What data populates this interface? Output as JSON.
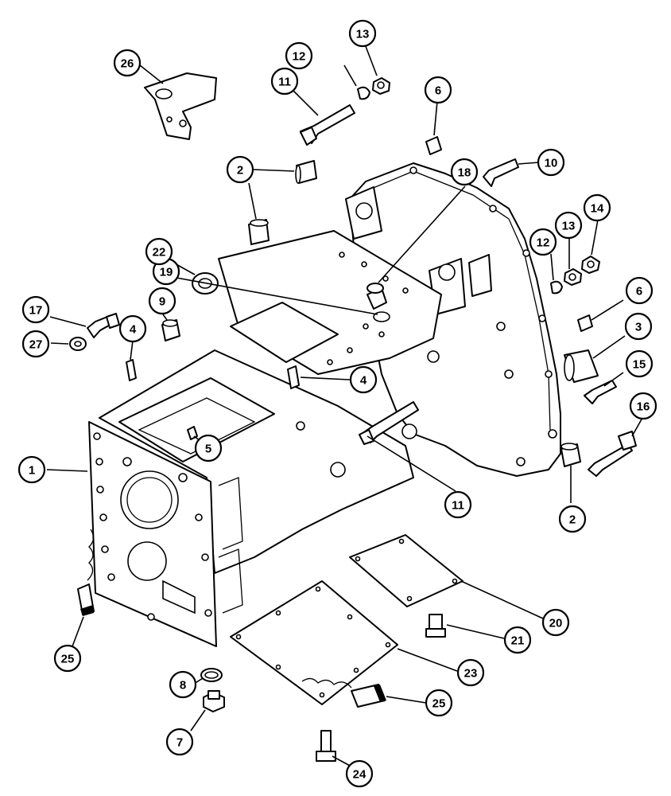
{
  "callouts": [
    {
      "id": "c1",
      "label": "1"
    },
    {
      "id": "c2a",
      "label": "2"
    },
    {
      "id": "c2b",
      "label": "2"
    },
    {
      "id": "c3",
      "label": "3"
    },
    {
      "id": "c4a",
      "label": "4"
    },
    {
      "id": "c4b",
      "label": "4"
    },
    {
      "id": "c5",
      "label": "5"
    },
    {
      "id": "c6a",
      "label": "6"
    },
    {
      "id": "c6b",
      "label": "6"
    },
    {
      "id": "c7",
      "label": "7"
    },
    {
      "id": "c8",
      "label": "8"
    },
    {
      "id": "c9",
      "label": "9"
    },
    {
      "id": "c10",
      "label": "10"
    },
    {
      "id": "c11a",
      "label": "11"
    },
    {
      "id": "c11b",
      "label": "11"
    },
    {
      "id": "c12a",
      "label": "12"
    },
    {
      "id": "c12b",
      "label": "12"
    },
    {
      "id": "c13a",
      "label": "13"
    },
    {
      "id": "c13b",
      "label": "13"
    },
    {
      "id": "c14",
      "label": "14"
    },
    {
      "id": "c15",
      "label": "15"
    },
    {
      "id": "c16",
      "label": "16"
    },
    {
      "id": "c17",
      "label": "17"
    },
    {
      "id": "c18",
      "label": "18"
    },
    {
      "id": "c19",
      "label": "19"
    },
    {
      "id": "c20",
      "label": "20"
    },
    {
      "id": "c21",
      "label": "21"
    },
    {
      "id": "c22",
      "label": "22"
    },
    {
      "id": "c23",
      "label": "23"
    },
    {
      "id": "c24",
      "label": "24"
    },
    {
      "id": "c25a",
      "label": "25"
    },
    {
      "id": "c25b",
      "label": "25"
    },
    {
      "id": "c26",
      "label": "26"
    },
    {
      "id": "c27",
      "label": "27"
    }
  ]
}
